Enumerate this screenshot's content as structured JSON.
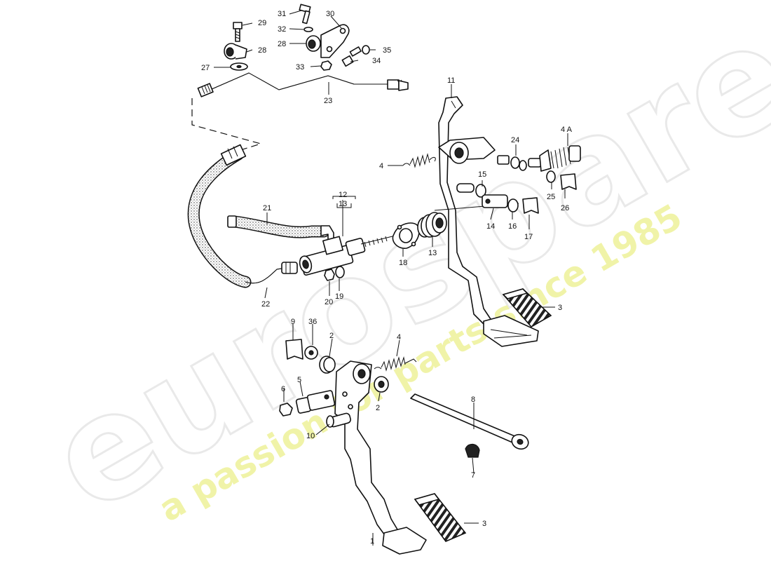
{
  "watermark": {
    "brand": "eurospares",
    "slogan": "a passion for parts since 1985",
    "colors": {
      "brand": "#e9e9e9",
      "slogan": "#eef29a"
    }
  },
  "labels": {
    "l1": "1",
    "l2a": "2",
    "l2b": "2",
    "l3a": "3",
    "l3b": "3",
    "l4a": "4",
    "l4b": "4",
    "l4A": "4 A",
    "l5": "5",
    "l6": "6",
    "l7": "7",
    "l8": "8",
    "l9": "9",
    "l10": "10",
    "l11": "11",
    "l12": "12",
    "l13a": "13",
    "l13b": "13",
    "l14": "14",
    "l15": "15",
    "l16": "16",
    "l17": "17",
    "l18": "18",
    "l19": "19",
    "l20": "20",
    "l21": "21",
    "l22": "22",
    "l23": "23",
    "l24": "24",
    "l25": "25",
    "l26": "26",
    "l27": "27",
    "l28a": "28",
    "l28b": "28",
    "l29": "29",
    "l30": "30",
    "l31": "31",
    "l32": "32",
    "l33": "33",
    "l34": "34",
    "l35": "35",
    "l36": "36"
  }
}
